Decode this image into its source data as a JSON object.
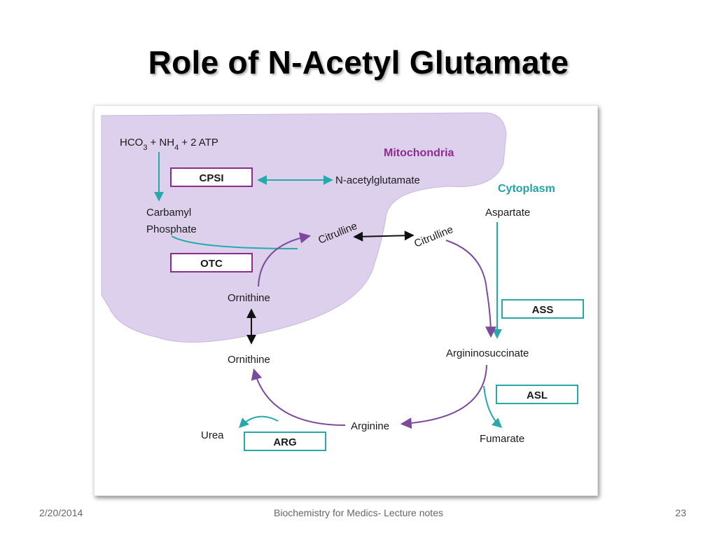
{
  "slide": {
    "title": "Role of N-Acetyl Glutamate",
    "footer_date": "2/20/2014",
    "footer_center": "Biochemistry for Medics- Lecture notes",
    "page_number": "23"
  },
  "diagram": {
    "compartments": {
      "mitochondria": "Mitochondria",
      "cytoplasm": "Cytoplasm"
    },
    "substrates": {
      "hco3": "HCO",
      "hco3_sub": "3",
      "plus1": "+ NH",
      "nh4_sub": "4",
      "plus_atp": "+ 2 ATP"
    },
    "metabolites": {
      "carbamyl_1": "Carbamyl",
      "carbamyl_2": "Phosphate",
      "n_acetylglutamate": "N-acetylglutamate",
      "citrulline_mito": "Citrulline",
      "citrulline_cyto": "Citrulline",
      "aspartate": "Aspartate",
      "ornithine_mito": "Ornithine",
      "ornithine_cyto": "Ornithine",
      "argininosuccinate": "Argininosuccinate",
      "arginine": "Arginine",
      "fumarate": "Fumarate",
      "urea": "Urea"
    },
    "enzymes": {
      "cpsi": "CPSI",
      "otc": "OTC",
      "ass": "ASS",
      "asl": "ASL",
      "arg": "ARG"
    },
    "colors": {
      "mitochondria_fill": "#ddd0ec",
      "mitochondria_label": "#8e2b8f",
      "cytoplasm_label": "#1fa5a5",
      "teal_arrow": "#26a9a9",
      "purple_arrow": "#7b4a9c",
      "mito_enzyme_border": "#8e2b8f",
      "cyto_enzyme_border": "#26a9a9"
    }
  }
}
